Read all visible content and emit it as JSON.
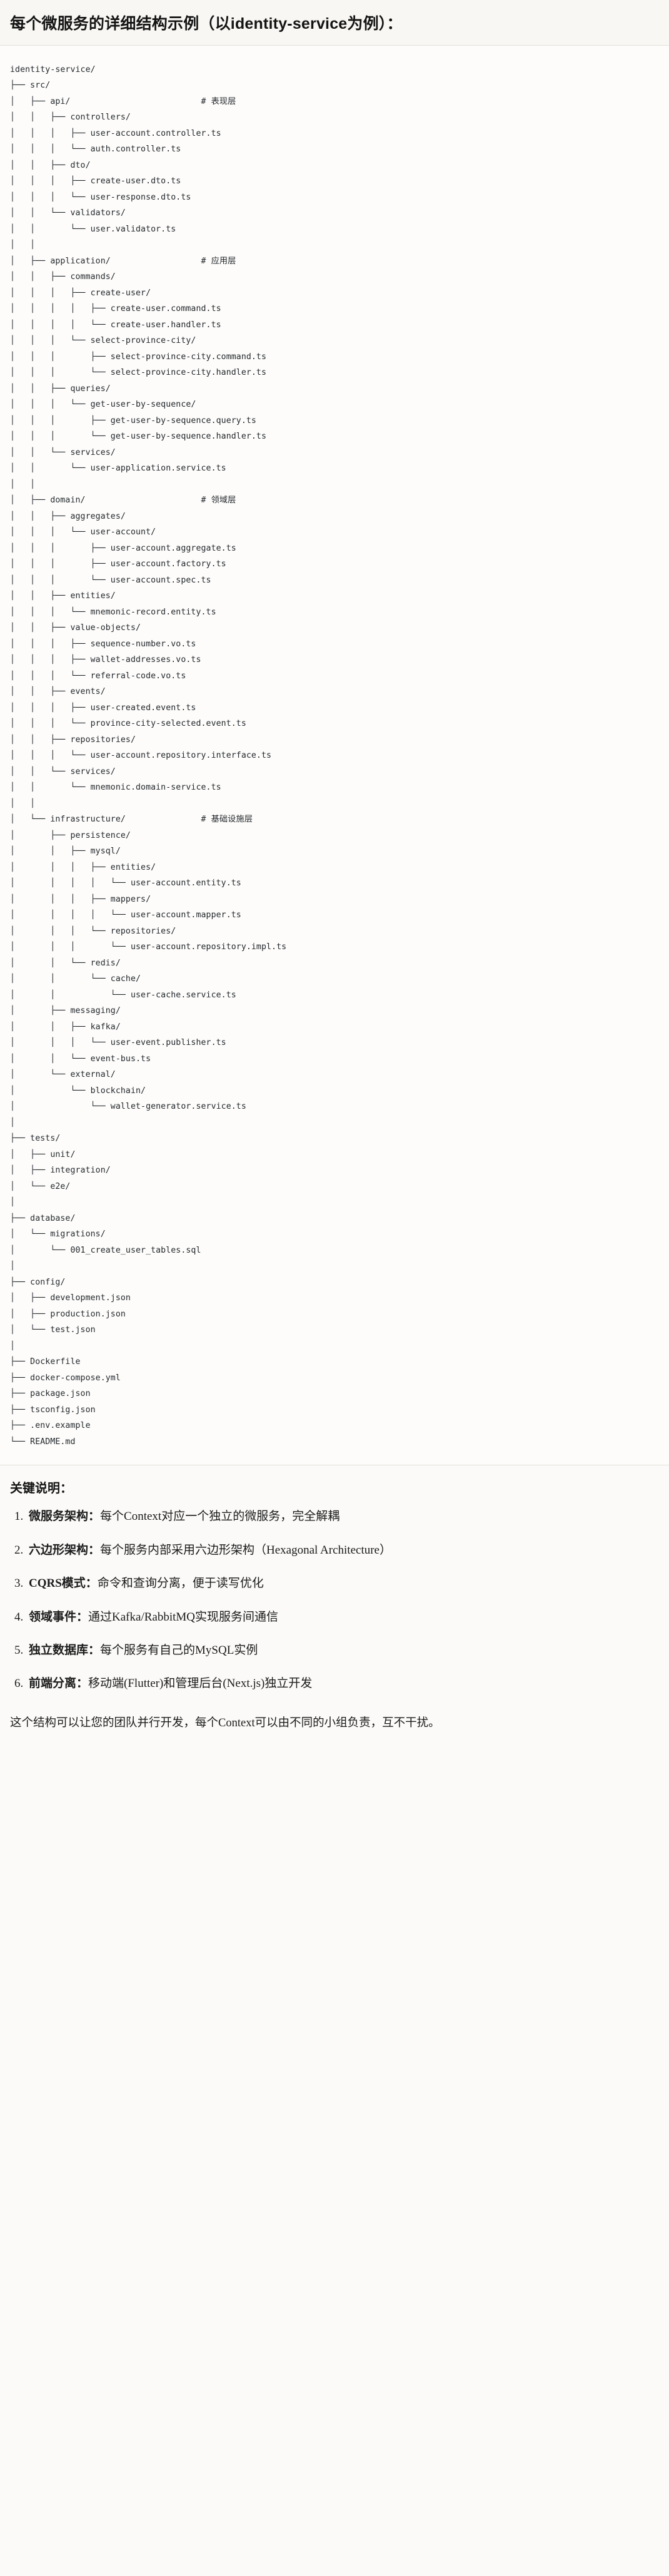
{
  "title": "每个微服务的详细结构示例（以identity-service为例）：",
  "tree": {
    "root_label": "identity-service/",
    "lines": [
      "identity-service/",
      "├── src/",
      "│   ├── api/                          # 表现层",
      "│   │   ├── controllers/",
      "│   │   │   ├── user-account.controller.ts",
      "│   │   │   └── auth.controller.ts",
      "│   │   ├── dto/",
      "│   │   │   ├── create-user.dto.ts",
      "│   │   │   └── user-response.dto.ts",
      "│   │   └── validators/",
      "│   │       └── user.validator.ts",
      "│   │",
      "│   ├── application/                  # 应用层",
      "│   │   ├── commands/",
      "│   │   │   ├── create-user/",
      "│   │   │   │   ├── create-user.command.ts",
      "│   │   │   │   └── create-user.handler.ts",
      "│   │   │   └── select-province-city/",
      "│   │   │       ├── select-province-city.command.ts",
      "│   │   │       └── select-province-city.handler.ts",
      "│   │   ├── queries/",
      "│   │   │   └── get-user-by-sequence/",
      "│   │   │       ├── get-user-by-sequence.query.ts",
      "│   │   │       └── get-user-by-sequence.handler.ts",
      "│   │   └── services/",
      "│   │       └── user-application.service.ts",
      "│   │",
      "│   ├── domain/                       # 领域层",
      "│   │   ├── aggregates/",
      "│   │   │   └── user-account/",
      "│   │   │       ├── user-account.aggregate.ts",
      "│   │   │       ├── user-account.factory.ts",
      "│   │   │       └── user-account.spec.ts",
      "│   │   ├── entities/",
      "│   │   │   └── mnemonic-record.entity.ts",
      "│   │   ├── value-objects/",
      "│   │   │   ├── sequence-number.vo.ts",
      "│   │   │   ├── wallet-addresses.vo.ts",
      "│   │   │   └── referral-code.vo.ts",
      "│   │   ├── events/",
      "│   │   │   ├── user-created.event.ts",
      "│   │   │   └── province-city-selected.event.ts",
      "│   │   ├── repositories/",
      "│   │   │   └── user-account.repository.interface.ts",
      "│   │   └── services/",
      "│   │       └── mnemonic.domain-service.ts",
      "│   │",
      "│   └── infrastructure/               # 基础设施层",
      "│       ├── persistence/",
      "│       │   ├── mysql/",
      "│       │   │   ├── entities/",
      "│       │   │   │   └── user-account.entity.ts",
      "│       │   │   ├── mappers/",
      "│       │   │   │   └── user-account.mapper.ts",
      "│       │   │   └── repositories/",
      "│       │   │       └── user-account.repository.impl.ts",
      "│       │   └── redis/",
      "│       │       └── cache/",
      "│       │           └── user-cache.service.ts",
      "│       ├── messaging/",
      "│       │   ├── kafka/",
      "│       │   │   └── user-event.publisher.ts",
      "│       │   └── event-bus.ts",
      "│       └── external/",
      "│           └── blockchain/",
      "│               └── wallet-generator.service.ts",
      "│",
      "├── tests/",
      "│   ├── unit/",
      "│   ├── integration/",
      "│   └── e2e/",
      "│",
      "├── database/",
      "│   └── migrations/",
      "│       └── 001_create_user_tables.sql",
      "│",
      "├── config/",
      "│   ├── development.json",
      "│   ├── production.json",
      "│   └── test.json",
      "│",
      "├── Dockerfile",
      "├── docker-compose.yml",
      "├── package.json",
      "├── tsconfig.json",
      "├── .env.example",
      "└── README.md"
    ],
    "layer_comments": [
      {
        "path": "api/",
        "comment": "# 表现层"
      },
      {
        "path": "application/",
        "comment": "# 应用层"
      },
      {
        "path": "domain/",
        "comment": "# 领域层"
      },
      {
        "path": "infrastructure/",
        "comment": "# 基础设施层"
      }
    ]
  },
  "keys": {
    "heading": "关键说明：",
    "items": [
      {
        "term": "微服务架构",
        "sep": "：",
        "desc": "每个Context对应一个独立的微服务，完全解耦"
      },
      {
        "term": "六边形架构",
        "sep": "：",
        "desc": "每个服务内部采用六边形架构（Hexagonal Architecture）"
      },
      {
        "term": "CQRS模式",
        "sep": "：",
        "desc": "命令和查询分离，便于读写优化"
      },
      {
        "term": "领域事件",
        "sep": "：",
        "desc": "通过Kafka/RabbitMQ实现服务间通信"
      },
      {
        "term": "独立数据库",
        "sep": "：",
        "desc": "每个服务有自己的MySQL实例"
      },
      {
        "term": "前端分离",
        "sep": "：",
        "desc": "移动端(Flutter)和管理后台(Next.js)独立开发"
      }
    ]
  },
  "footer": {
    "note": "这个结构可以让您的团队并行开发，每个Context可以由不同的小组负责，互不干扰。"
  }
}
